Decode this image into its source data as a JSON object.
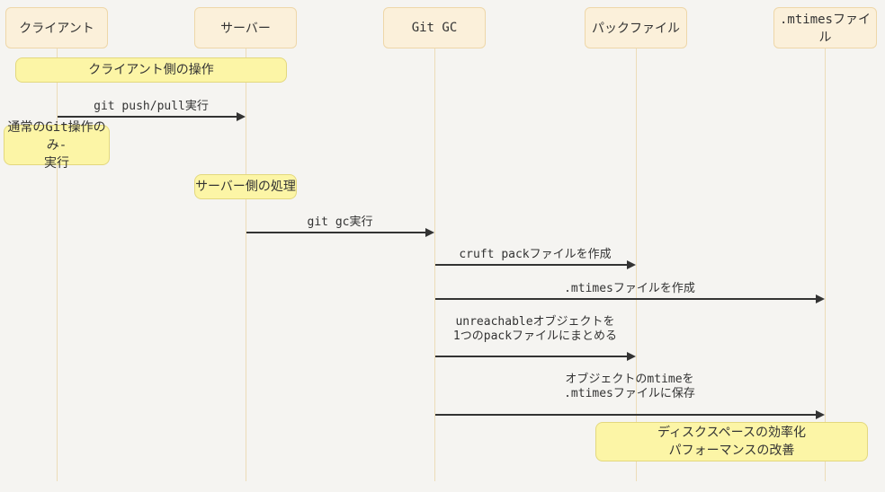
{
  "diagram": {
    "title": "Git GC cruft pack sequence diagram",
    "colors": {
      "background": "#f5f4f1",
      "participant_fill": "#fbf0da",
      "participant_border": "#eed7a9",
      "note_fill": "#fcf5a6",
      "note_border": "#e3d87e",
      "lifeline": "#ecdcb8",
      "arrow": "#333333",
      "text": "#333333"
    }
  },
  "participants": [
    {
      "label": "クライアント"
    },
    {
      "label": "サーバー"
    },
    {
      "label": "Git GC"
    },
    {
      "label": "パックファイル"
    },
    {
      "label": ".mtimesファイル"
    }
  ],
  "notes": [
    {
      "line1": "クライアント側の操作"
    },
    {
      "line1": "通常のGit操作のみ-",
      "line2": "実行"
    },
    {
      "line1": "サーバー側の処理"
    },
    {
      "line1": "ディスクスペースの効率化",
      "line2": "パフォーマンスの改善"
    }
  ],
  "messages": [
    {
      "label": "git push/pull実行",
      "from": "クライアント",
      "to": "サーバー"
    },
    {
      "label": "git gc実行",
      "from": "サーバー",
      "to": "Git GC"
    },
    {
      "label": "cruft packファイルを作成",
      "from": "Git GC",
      "to": "パックファイル"
    },
    {
      "label": ".mtimesファイルを作成",
      "from": "Git GC",
      "to": ".mtimesファイル"
    },
    {
      "line1": "unreachableオブジェクトを",
      "line2": "1つのpackファイルにまとめる",
      "from": "Git GC",
      "to": "パックファイル"
    },
    {
      "line1": "オブジェクトのmtimeを",
      "line2": ".mtimesファイルに保存",
      "from": "Git GC",
      "to": ".mtimesファイル"
    }
  ]
}
